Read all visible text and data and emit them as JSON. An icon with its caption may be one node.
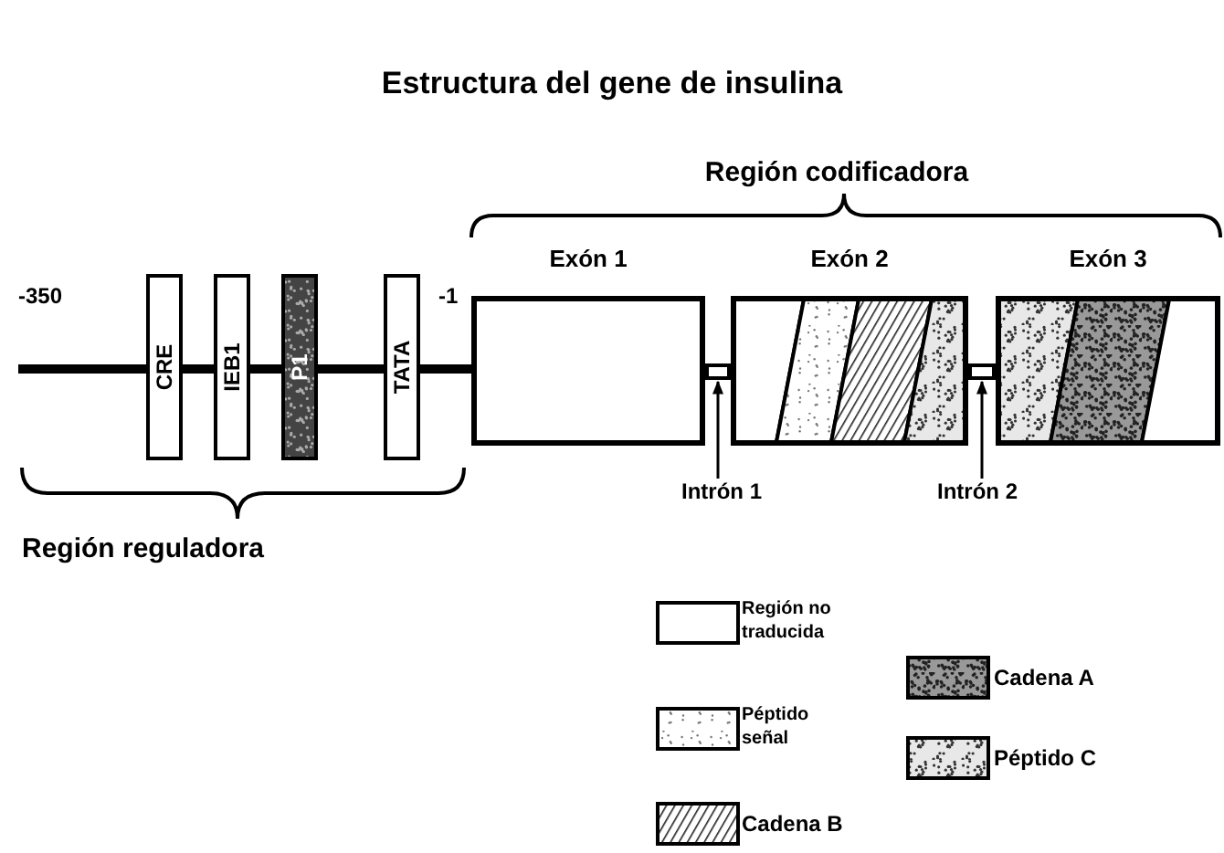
{
  "diagram": {
    "title": "Estructura del gene de insulina",
    "nodes": [
      {
        "text": [
          "CRE"
        ]
      },
      {
        "text": [
          "IEB1"
        ]
      },
      {
        "text": [
          "P1"
        ]
      },
      {
        "text": [
          "TATA"
        ]
      },
      {
        "text": [
          "Exón 1"
        ]
      },
      {
        "text": [
          "Exón 2"
        ]
      },
      {
        "text": [
          "Exón 3"
        ]
      },
      {
        "text": [],
        "shape": "box"
      },
      {
        "text": [],
        "shape": "box"
      },
      {
        "text": [
          "Intrón 1"
        ]
      },
      {
        "text": [
          "Intrón 2"
        ]
      }
    ],
    "edges": [
      {
        "from": 9,
        "to": 7,
        "arrow": "to"
      },
      {
        "from": 10,
        "to": 8,
        "arrow": "to"
      }
    ],
    "labels": [
      "Región codificadora",
      "-350",
      "-1",
      "Región reguladora"
    ],
    "legend": [
      {
        "text": "Región no traducida"
      },
      {
        "text": "Péptido señal"
      },
      {
        "text": "Cadena B"
      },
      {
        "text": "Cadena A"
      },
      {
        "text": "Péptido C"
      }
    ]
  }
}
